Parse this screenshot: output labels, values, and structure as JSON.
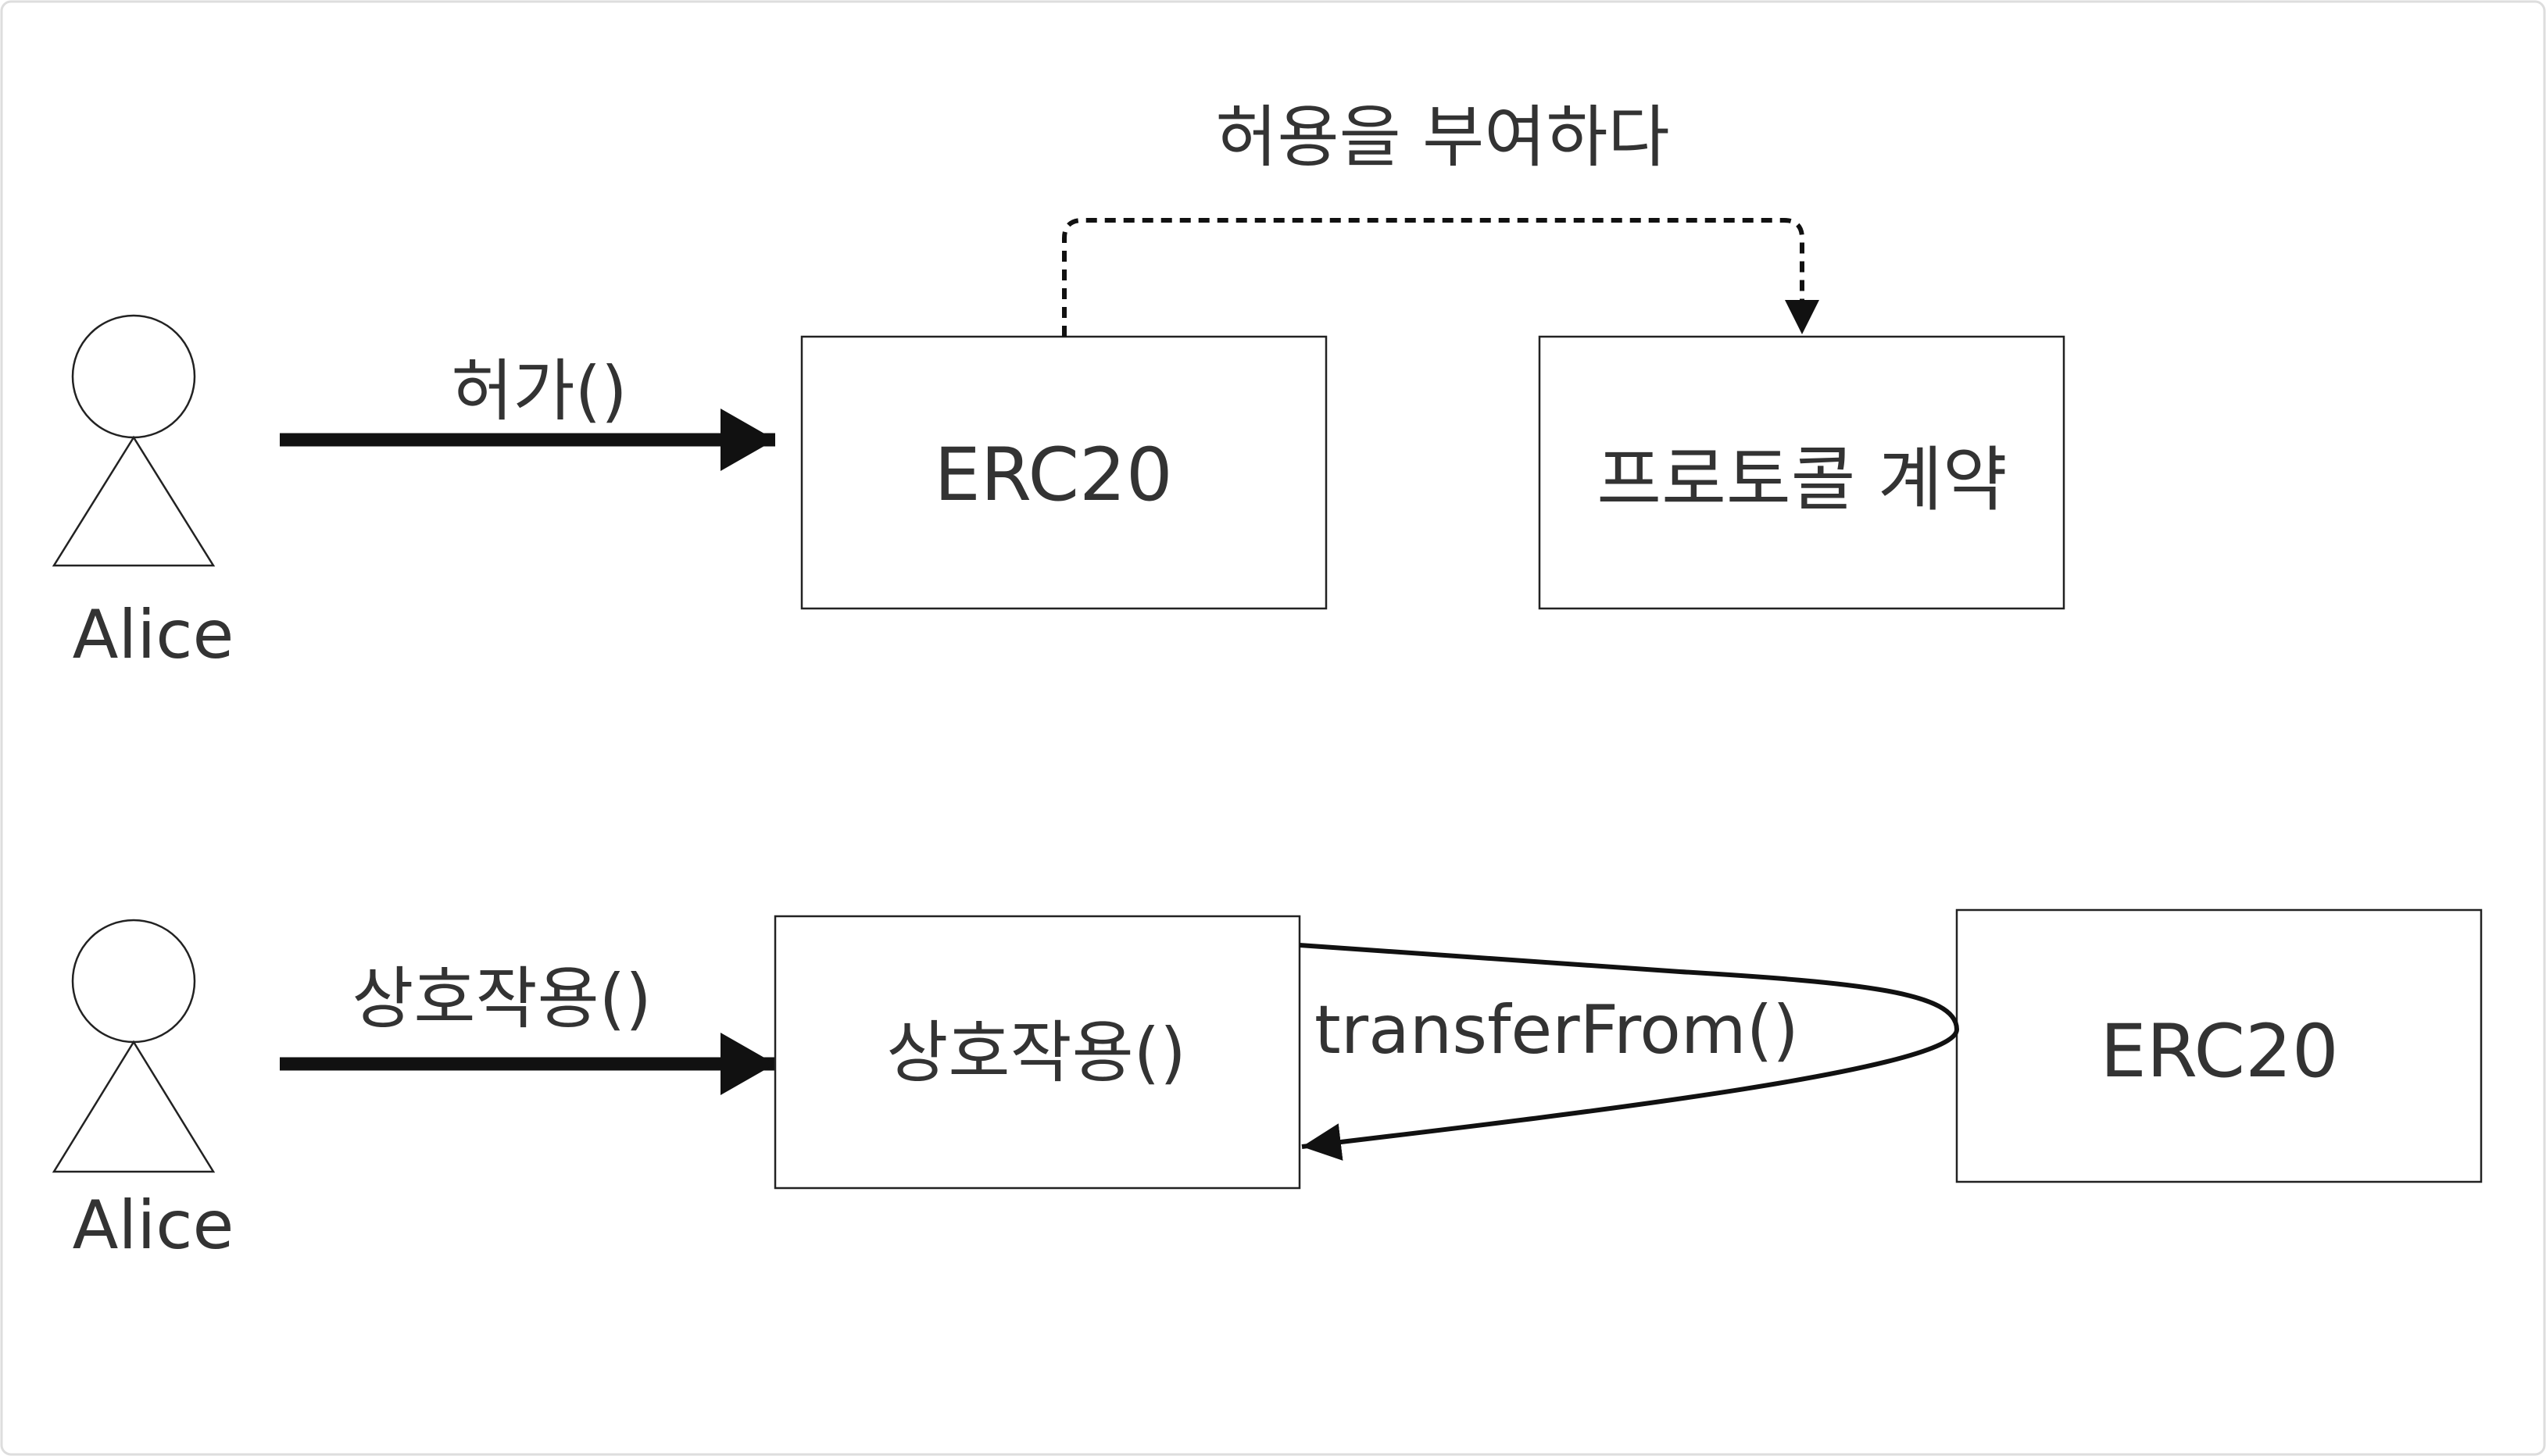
{
  "top_row": {
    "actor_label": "Alice",
    "call_label": "허가()",
    "token_box_label": "ERC20",
    "protocol_box_label": "프로토콜 계약",
    "allowance_label": "허용을 부여하다"
  },
  "bottom_row": {
    "actor_label": "Alice",
    "call_label": "상호작용()",
    "protocol_box_label": "상호작용()",
    "transfer_label": "transferFrom()",
    "token_box_label": "ERC20"
  },
  "colors": {
    "stroke": "#222222",
    "text": "#333333",
    "background": "#ffffff",
    "frame": "#dddddd"
  }
}
